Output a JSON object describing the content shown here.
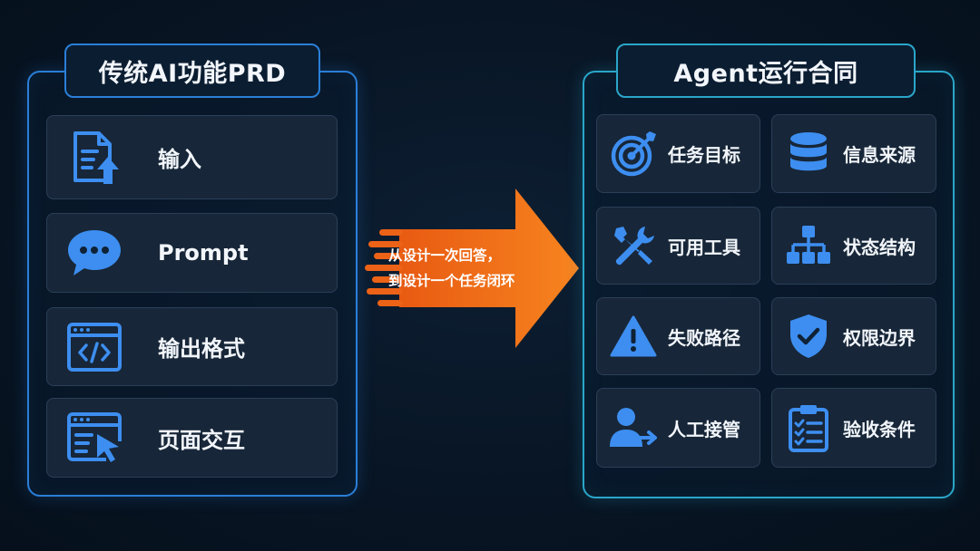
{
  "left_panel": {
    "title": "传统AI功能PRD",
    "items": [
      {
        "label": "输入",
        "icon": "document-upload-icon"
      },
      {
        "label": "Prompt",
        "icon": "chat-bubble-icon"
      },
      {
        "label": "输出格式",
        "icon": "code-window-icon"
      },
      {
        "label": "页面交互",
        "icon": "window-cursor-icon"
      }
    ]
  },
  "arrow": {
    "line1": "从设计一次回答，",
    "line2": "到设计一个任务闭环",
    "color": "#f26b1d"
  },
  "right_panel": {
    "title": "Agent运行合同",
    "items": [
      {
        "label": "任务目标",
        "icon": "target-icon"
      },
      {
        "label": "信息来源",
        "icon": "database-icon"
      },
      {
        "label": "可用工具",
        "icon": "tools-icon"
      },
      {
        "label": "状态结构",
        "icon": "hierarchy-icon"
      },
      {
        "label": "失败路径",
        "icon": "warning-icon"
      },
      {
        "label": "权限边界",
        "icon": "shield-check-icon"
      },
      {
        "label": "人工接管",
        "icon": "user-handoff-icon"
      },
      {
        "label": "验收条件",
        "icon": "checklist-icon"
      }
    ]
  },
  "colors": {
    "background": "#081524",
    "accent_blue": "#2a7fd8",
    "accent_cyan": "#2aa6c9",
    "icon_blue": "#3d8ef0",
    "arrow_orange": "#f26b1d"
  }
}
